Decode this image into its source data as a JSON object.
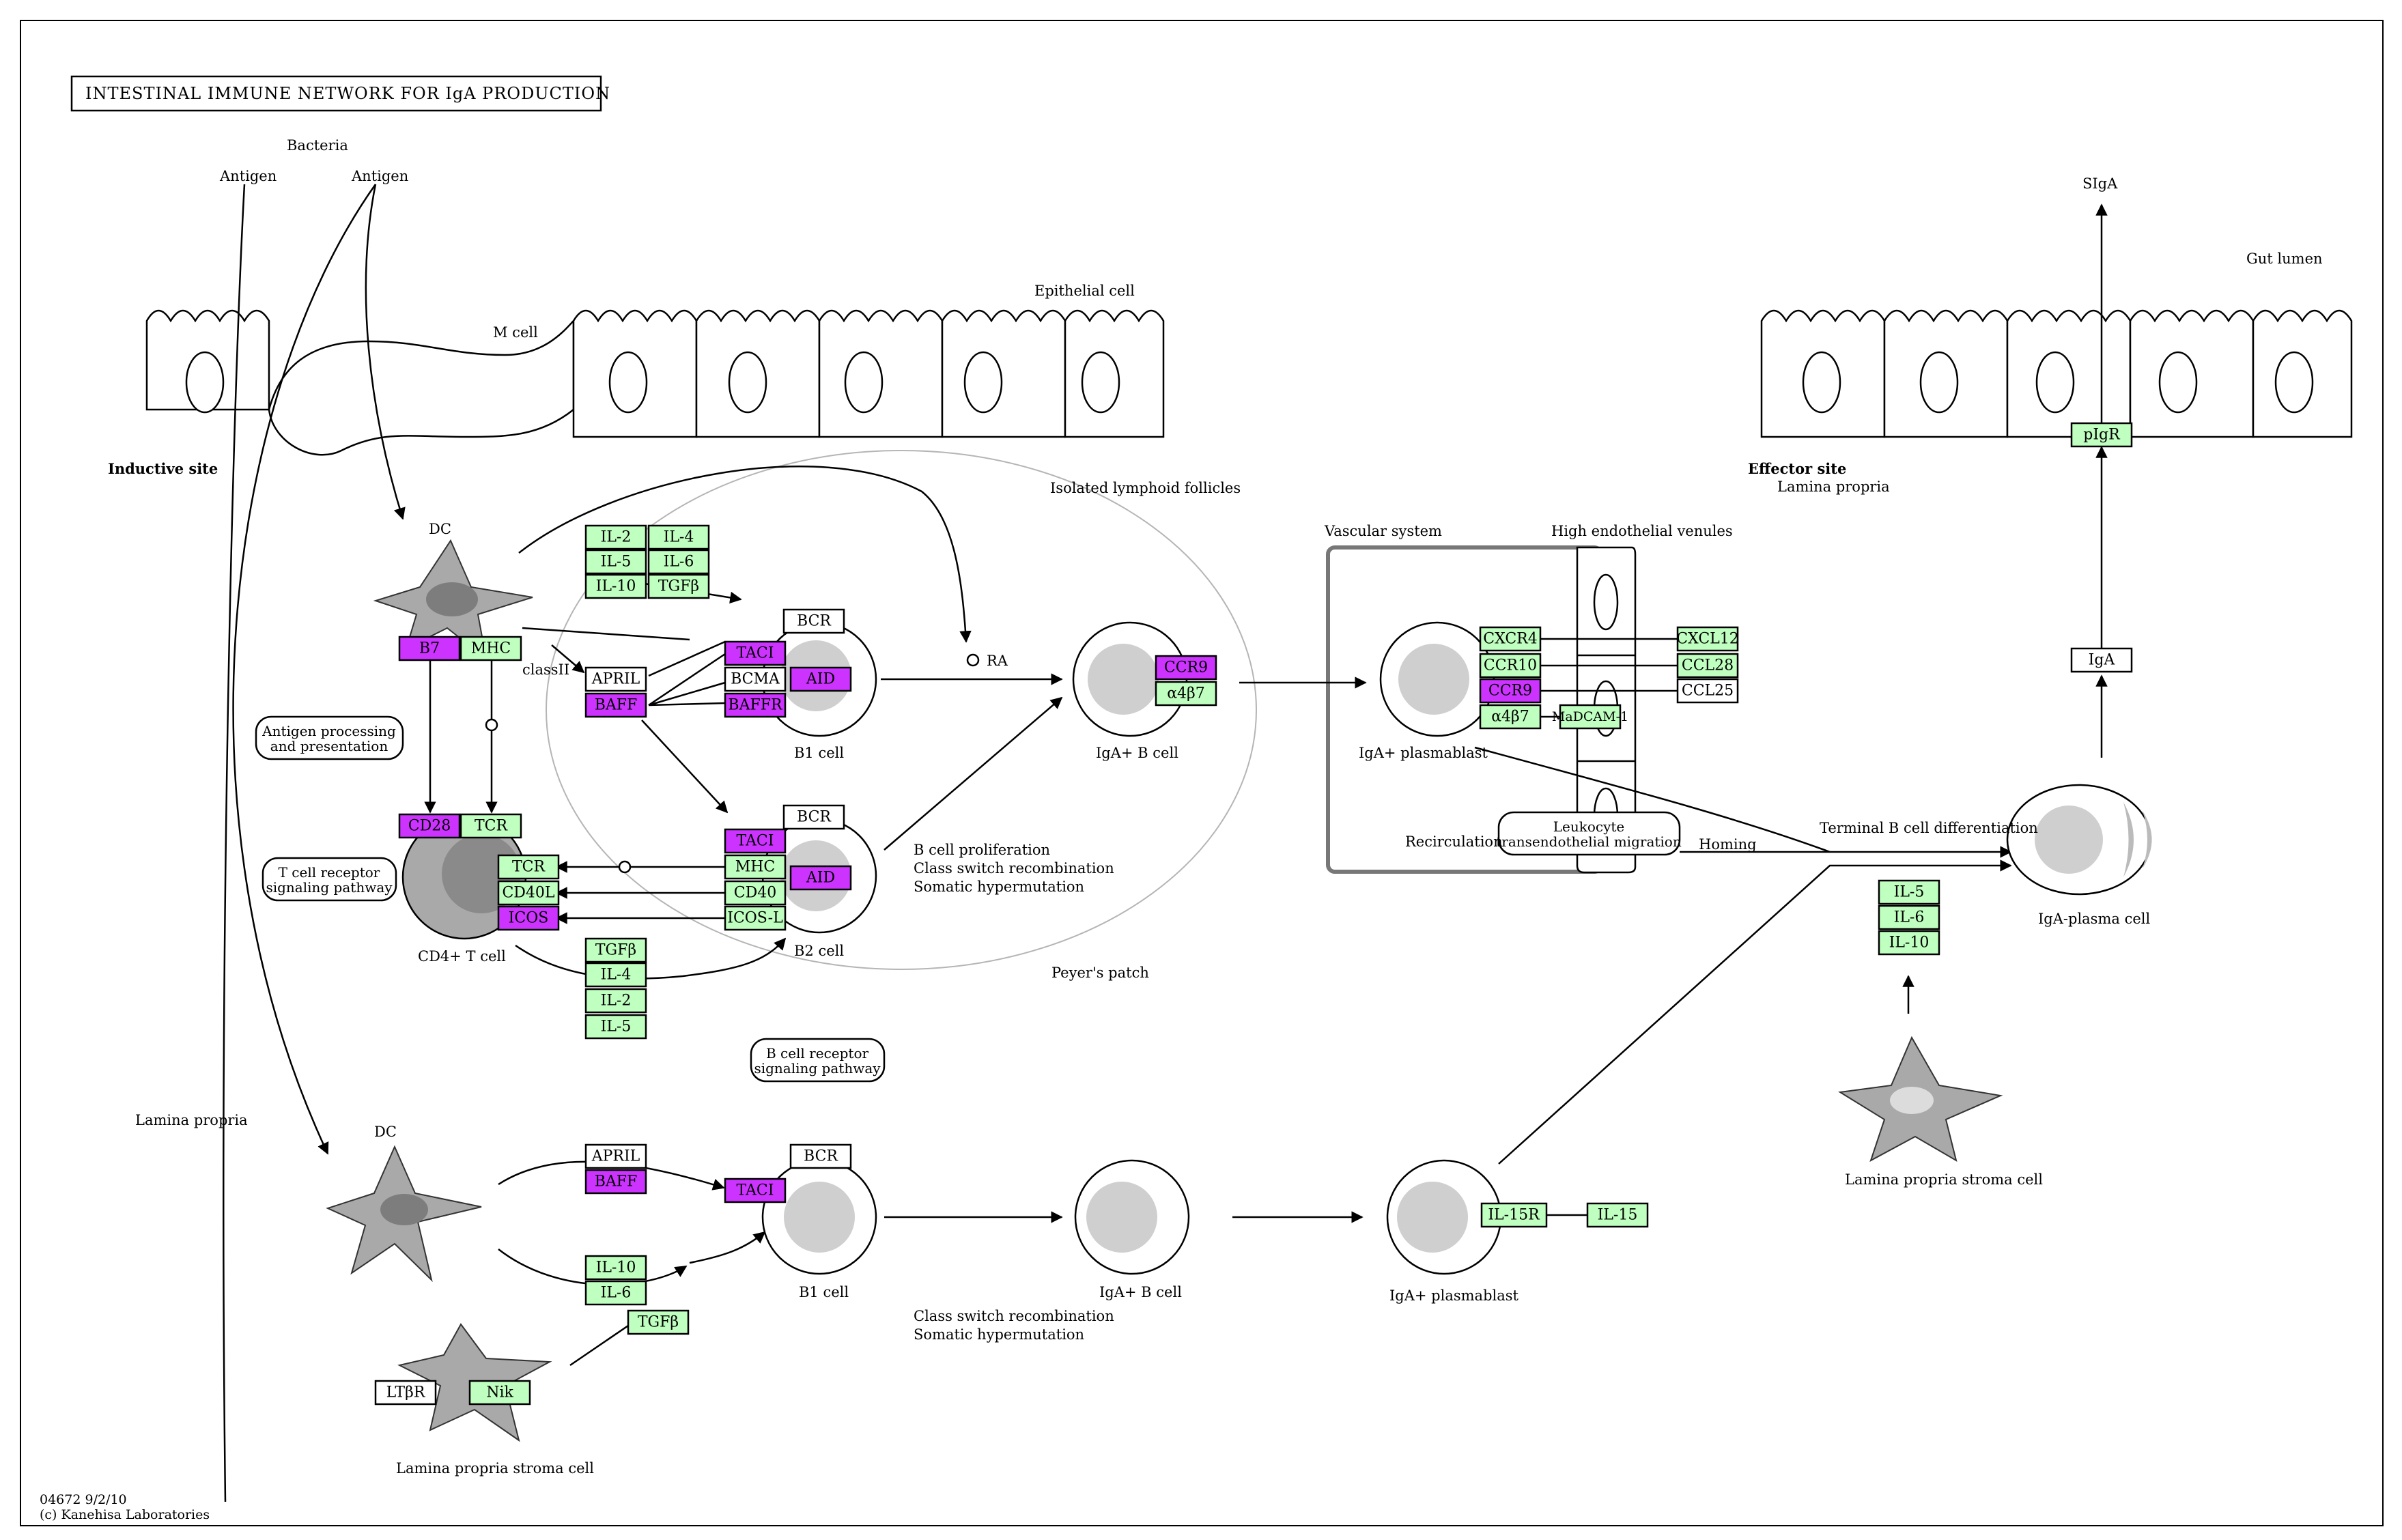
{
  "title": "INTESTINAL IMMUNE NETWORK FOR IgA PRODUCTION",
  "footer": {
    "code": "04672 9/2/10",
    "copyright": "(c) Kanehisa Laboratories"
  },
  "colors": {
    "gene_green": "#bfffbf",
    "gene_purple": "#cc33ff",
    "cell_gray": "#a9a9a9",
    "nucleus_gray": "#cfcfcf"
  },
  "labels": {
    "bacteria": "Bacteria",
    "antigen_1": "Antigen",
    "antigen_2": "Antigen",
    "m_cell": "M cell",
    "epithelial_cell": "Epithelial cell",
    "inductive_site": "Inductive site",
    "dc_top": "DC",
    "classII": "classII",
    "isolated_follicles": "Isolated lymphoid follicles",
    "ra": "RA",
    "b1_cell_top": "B1 cell",
    "iga_b_cell_top": "IgA+ B cell",
    "b2_cell": "B2 cell",
    "b_prolif_1": "B cell proliferation",
    "b_prolif_2": "Class switch recombination",
    "b_prolif_3": "Somatic hypermutation",
    "peyers_patch": "Peyer's patch",
    "cd4_t_cell": "CD4+ T cell",
    "vascular_system": "Vascular system",
    "high_endothelial": "High endothelial venules",
    "iga_plasmablast_top": "IgA+ plasmablast",
    "recirculation": "Recirculation",
    "homing": "Homing",
    "terminal_b": "Terminal B cell differentiation",
    "iga_plasma_cell": "IgA-plasma cell",
    "siga": "SIgA",
    "gut_lumen": "Gut lumen",
    "effector_site": "Effector site",
    "lamina_propria_right": "Lamina propria",
    "lamina_propria_left": "Lamina propria",
    "dc_bottom": "DC",
    "b1_cell_bottom": "B1 cell",
    "iga_b_cell_bottom": "IgA+ B cell",
    "csr_1": "Class switch recombination",
    "csr_2": "Somatic hypermutation",
    "iga_plasmablast_bottom": "IgA+ plasmablast",
    "lp_stroma_bottom": "Lamina propria stroma cell",
    "lp_stroma_right": "Lamina propria stroma cell"
  },
  "pathways": {
    "antigen_processing_1": "Antigen processing",
    "antigen_processing_2": "and presentation",
    "tcr_pathway_1": "T cell receptor",
    "tcr_pathway_2": "signaling pathway",
    "bcr_pathway_1": "B cell receptor",
    "bcr_pathway_2": "signaling pathway",
    "leukocyte_1": "Leukocyte",
    "leukocyte_2": "transendothelial migration"
  },
  "genes": {
    "il2_a": "IL-2",
    "il4_a": "IL-4",
    "il5_a": "IL-5",
    "il6_a": "IL-6",
    "il10_a": "IL-10",
    "tgfb_a": "TGFβ",
    "b7": "B7",
    "mhc_dc": "MHC",
    "april_a": "APRIL",
    "baff_a": "BAFF",
    "taci_a": "TACI",
    "bcma": "BCMA",
    "baffr": "BAFFR",
    "aid_a": "AID",
    "bcr_a": "BCR",
    "ccr9_a": "CCR9",
    "a4b7_a": "α4β7",
    "cd28": "CD28",
    "tcr_top": "TCR",
    "tcr": "TCR",
    "cd40l": "CD40L",
    "icos": "ICOS",
    "taci_b": "TACI",
    "mhc_b": "MHC",
    "cd40": "CD40",
    "icosl": "ICOS-L",
    "aid_b": "AID",
    "bcr_b": "BCR",
    "tgfb_b": "TGFβ",
    "il4_b": "IL-4",
    "il2_b": "IL-2",
    "il5_b": "IL-5",
    "cxcr4": "CXCR4",
    "ccr10": "CCR10",
    "ccr9_b": "CCR9",
    "a4b7_b": "α4β7",
    "madcam1": "MaDCAM-1",
    "cxcl12": "CXCL12",
    "ccl28": "CCL28",
    "ccl25": "CCL25",
    "pigr": "pIgR",
    "iga": "IgA",
    "il5_r": "IL-5",
    "il6_r": "IL-6",
    "il10_r": "IL-10",
    "april_c": "APRIL",
    "baff_c": "BAFF",
    "taci_c": "TACI",
    "bcr_c": "BCR",
    "il10_c": "IL-10",
    "il6_c": "IL-6",
    "tgfb_c": "TGFβ",
    "ltbr": "LTβR",
    "nik": "Nik",
    "il15r": "IL-15R",
    "il15": "IL-15"
  }
}
